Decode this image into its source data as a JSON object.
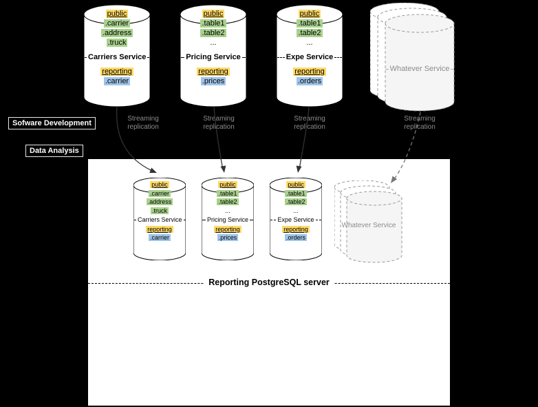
{
  "colors": {
    "page_bg": "#000000",
    "box_bg": "#ffffff",
    "highlight_yellow": "#ffd966",
    "highlight_green": "#a9d18e",
    "highlight_blue": "#9fc5e8",
    "muted_text": "#8c8c8c"
  },
  "section_labels": {
    "software_development": "Sofware Development",
    "data_analysis": "Data Analysis"
  },
  "replication": {
    "line1": "Streaming",
    "line2": "replication"
  },
  "top_databases": [
    {
      "service": "Carriers Service",
      "public_schema": "public",
      "public_tables": [
        ".carrier",
        ".address",
        ".truck"
      ],
      "reporting_schema": "reporting",
      "reporting_table": ".carrier"
    },
    {
      "service": "Pricing Service",
      "public_schema": "public",
      "public_tables": [
        ".table1",
        ".table2"
      ],
      "ellipsis": "...",
      "reporting_schema": "reporting",
      "reporting_table": ".prices"
    },
    {
      "service": "Expe Service",
      "public_schema": "public",
      "public_tables": [
        ".table1",
        ".table2"
      ],
      "ellipsis": "...",
      "reporting_schema": "reporting",
      "reporting_table": ".orders"
    }
  ],
  "whatever_service": {
    "top_label": "Whatever Service",
    "bottom_label": "Whatever Service"
  },
  "reporting_server": {
    "title": "Reporting PostgreSQL server",
    "databases": [
      {
        "service": "Carriers Service",
        "public_schema": "public",
        "public_tables": [
          ".carrier",
          ".address",
          ".truck"
        ],
        "reporting_schema": "reporting",
        "reporting_table": ".carrier"
      },
      {
        "service": "Pricing Service",
        "public_schema": "public",
        "public_tables": [
          ".table1",
          ".table2"
        ],
        "ellipsis": "...",
        "reporting_schema": "reporting",
        "reporting_table": ".prices"
      },
      {
        "service": "Expe Service",
        "public_schema": "public",
        "public_tables": [
          ".table1",
          ".table2"
        ],
        "ellipsis": "...",
        "reporting_schema": "reporting",
        "reporting_table": ".orders"
      }
    ]
  }
}
